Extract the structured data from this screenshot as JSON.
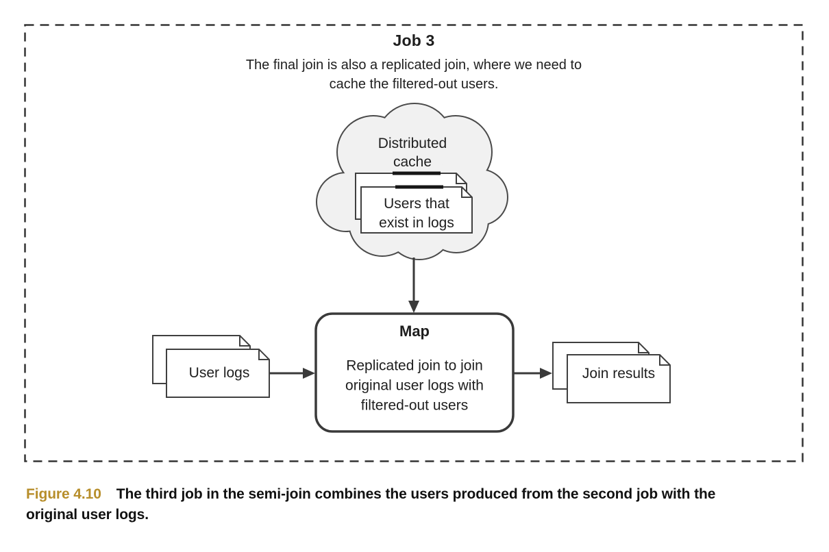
{
  "diagram": {
    "job_title": "Job 3",
    "job_description": [
      "The final join is also a replicated join, where we need to",
      "cache the filtered-out users."
    ],
    "cloud": {
      "label": [
        "Distributed",
        "cache"
      ],
      "document": {
        "label": [
          "Users that",
          "exist in logs"
        ]
      }
    },
    "map": {
      "title": "Map",
      "body": [
        "Replicated join to join",
        "original user logs with",
        "filtered-out users"
      ]
    },
    "input": {
      "label": "User logs"
    },
    "output": {
      "label": "Join results"
    }
  },
  "caption": {
    "label": "Figure 4.10",
    "text": "The third job in the semi-join combines the users produced from the second job with the original user logs."
  },
  "colors": {
    "outline": "#3a3a3a",
    "cloud_outline": "#4a4a4a",
    "cloud_fill": "#f1f1f1",
    "page_fill": "#ffffff",
    "bar": "#161616",
    "caption_label": "#b78e2b"
  }
}
